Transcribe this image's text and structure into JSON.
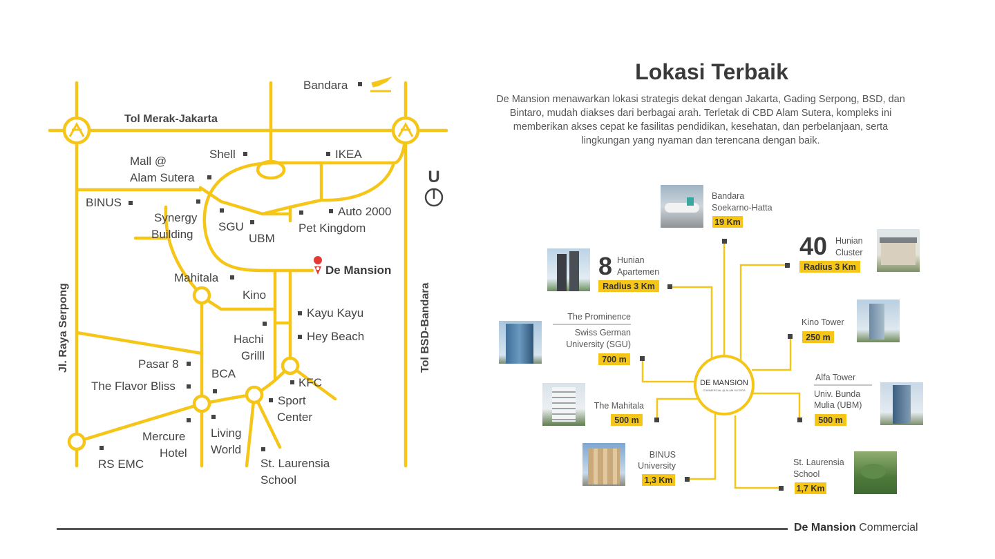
{
  "map": {
    "roads": [
      "Tol Merak-Jakarta",
      "Jl. Raya Serpong",
      "Tol BSD-Bandara"
    ],
    "north_label": "U",
    "target": "De Mansion",
    "labels": [
      "Bandara",
      "Shell",
      "IKEA",
      "Mall @",
      "Alam Sutera",
      "BINUS",
      "Synergy",
      "Building",
      "SGU",
      "UBM",
      "Auto 2000",
      "Pet Kingdom",
      "Mahitala",
      "Kino",
      "Kayu Kayu",
      "Hachi",
      "Grilll",
      "Hey Beach",
      "Pasar 8",
      "BCA",
      "The Flavor Bliss",
      "KFC",
      "Sport",
      "Center",
      "Mercure",
      "Hotel",
      "Living",
      "World",
      "RS EMC",
      "St. Laurensia",
      "School"
    ],
    "accent_color": "#f5c518"
  },
  "header": {
    "title": "Lokasi Terbaik",
    "description": "De Mansion menawarkan lokasi strategis dekat dengan Jakarta, Gading Serpong, BSD, dan Bintaro, mudah diakses dari berbagai arah. Terletak di CBD Alam Sutera, kompleks ini memberikan akses cepat ke fasilitas pendidikan, kesehatan, dan perbelanjaan, serta lingkungan yang nyaman dan terencana dengan baik."
  },
  "hub": {
    "logo_line1": "DE MANSION",
    "logo_line2": "COMMERCIAL @ ALAM SUTERA"
  },
  "destinations": [
    {
      "name": [
        "Bandara",
        "Soekarno-Hatta"
      ],
      "distance": "19 Km"
    },
    {
      "count": "8",
      "name": [
        "Hunian",
        "Apartemen"
      ],
      "distance": "Radius 3 Km"
    },
    {
      "count": "40",
      "name": [
        "Hunian",
        "Cluster"
      ],
      "distance": "Radius 3 Km"
    },
    {
      "name": [
        "The Prominence"
      ],
      "name2": [
        "Swiss German",
        "University (SGU)"
      ],
      "distance": "700 m"
    },
    {
      "name": [
        "Kino Tower"
      ],
      "distance": "250 m"
    },
    {
      "name": [
        "Alfa Tower"
      ],
      "name2": [
        "Univ. Bunda",
        "Mulia (UBM)"
      ],
      "distance": "500 m"
    },
    {
      "name": [
        "The Mahitala"
      ],
      "distance": "500 m"
    },
    {
      "name": [
        "BINUS",
        "University"
      ],
      "distance": "1,3 Km"
    },
    {
      "name": [
        "St. Laurensia",
        "School"
      ],
      "distance": "1,7 Km"
    }
  ],
  "footer": {
    "brand": "De Mansion",
    "suffix": "Commercial"
  }
}
